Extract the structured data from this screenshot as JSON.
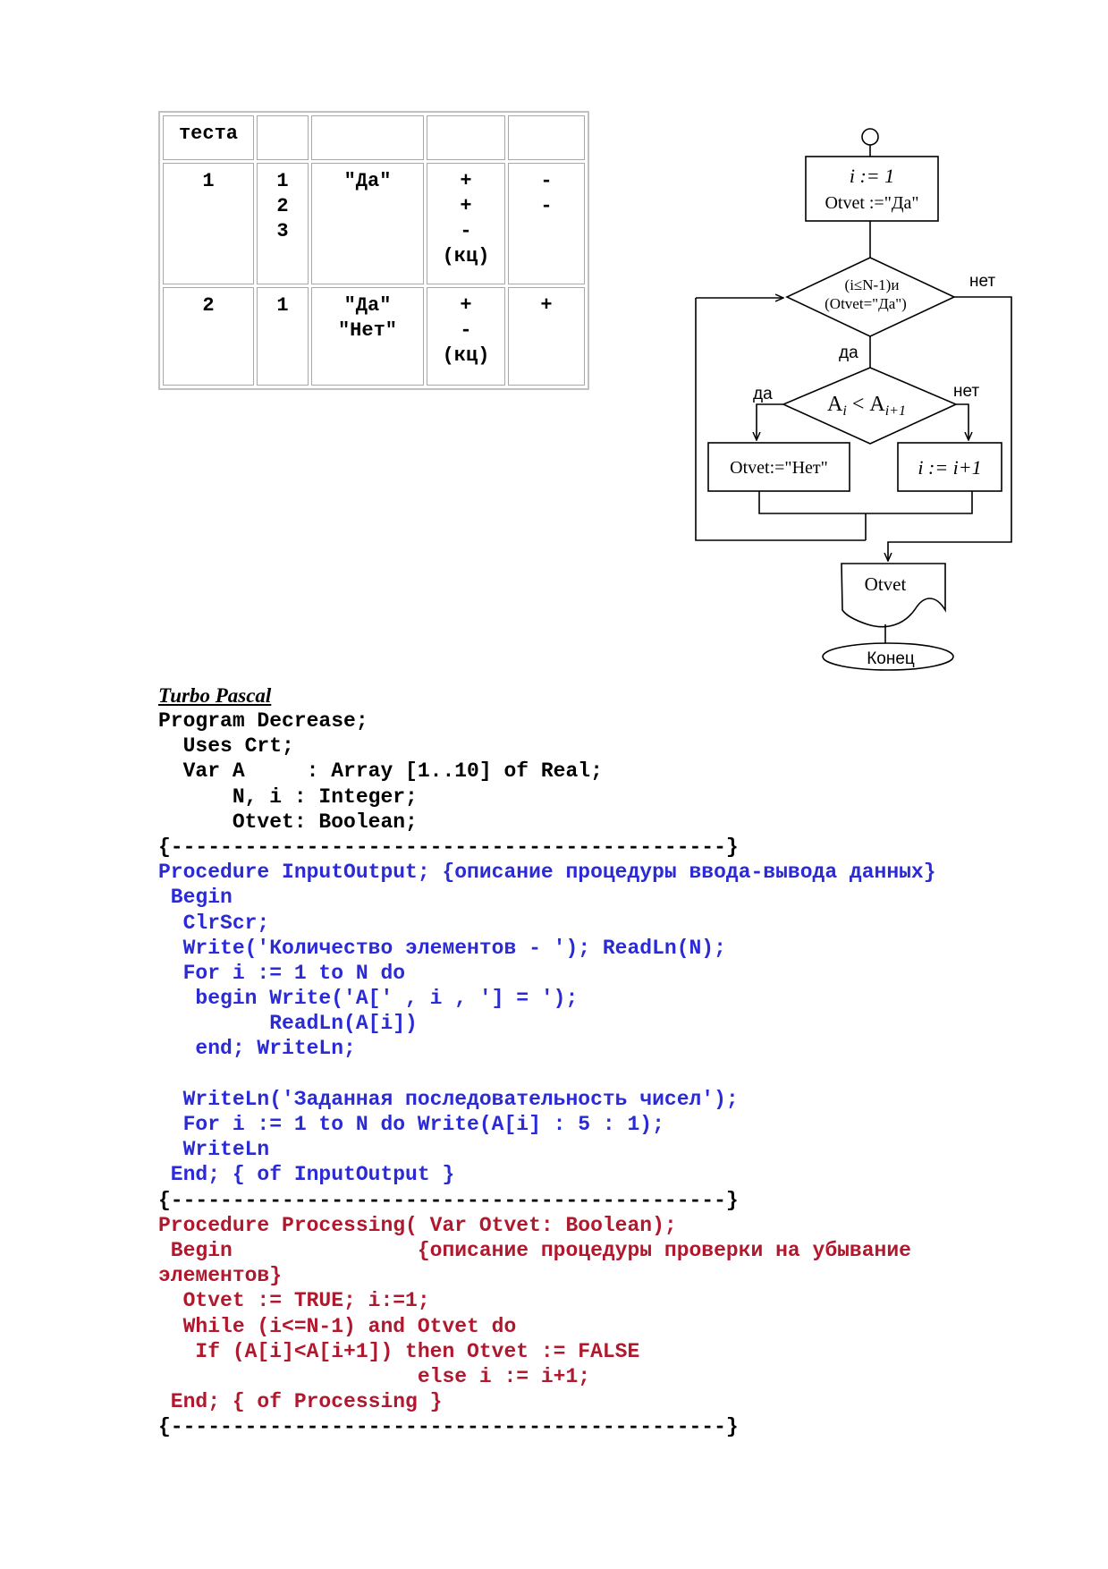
{
  "test_table": {
    "header": [
      "теста",
      "",
      "",
      "",
      ""
    ],
    "rows": [
      {
        "c1": "1",
        "c2": "1\n2\n3",
        "c3": "\"Да\"",
        "c4": "+\n+\n-\n(кц)",
        "c5": "-\n-"
      },
      {
        "c1": "2",
        "c2": "1",
        "c3": "\"Да\"\n\"Нет\"",
        "c4": "+\n-\n(кц)",
        "c5": "+"
      }
    ]
  },
  "flowchart": {
    "init_line1": "i := 1",
    "init_line2": "Otvet :=\"Да\"",
    "cond1_line1": "(i≤N-1)и",
    "cond1_line2": "(Otvet=\"Да\")",
    "cond2_a": "A",
    "cond2_i": "i",
    "cond2_lt": "<",
    "cond2_b": "A",
    "cond2_i1": "i+1",
    "box_left": "Otvet:=\"Нет\"",
    "box_right": "i := i+1",
    "label_no1": "нет",
    "label_yes1": "да",
    "label_yes2": "да",
    "label_no2": "нет",
    "output": "Otvet",
    "end": "Конец"
  },
  "code": {
    "title": "Turbo Pascal",
    "lines": [
      {
        "text": "Program Decrease;",
        "color": "black"
      },
      {
        "text": "  Uses Crt;",
        "color": "black"
      },
      {
        "text": "  Var A     : Array [1..10] of Real;",
        "color": "black"
      },
      {
        "text": "      N, i : Integer;",
        "color": "black"
      },
      {
        "text": "      Otvet: Boolean;",
        "color": "black"
      },
      {
        "text": "{---------------------------------------------}",
        "color": "black"
      },
      {
        "text": "Procedure InputOutput; {описание процедуры ввода-вывода данных}",
        "color": "blue"
      },
      {
        "text": " Begin",
        "color": "blue"
      },
      {
        "text": "  ClrScr;",
        "color": "blue"
      },
      {
        "text": "  Write('Количество элементов - '); ReadLn(N);",
        "color": "blue"
      },
      {
        "text": "  For i := 1 to N do",
        "color": "blue"
      },
      {
        "text": "   begin Write('A[' , i , '] = ');",
        "color": "blue"
      },
      {
        "text": "         ReadLn(A[i])",
        "color": "blue"
      },
      {
        "text": "   end; WriteLn;",
        "color": "blue"
      },
      {
        "text": "",
        "color": "blue"
      },
      {
        "text": "  WriteLn('Заданная последовательность чисел');",
        "color": "blue"
      },
      {
        "text": "  For i := 1 to N do Write(A[i] : 5 : 1);",
        "color": "blue"
      },
      {
        "text": "  WriteLn",
        "color": "blue"
      },
      {
        "text": " End; { of InputOutput }",
        "color": "blue"
      },
      {
        "text": "{---------------------------------------------}",
        "color": "black"
      },
      {
        "text": "Procedure Processing( Var Otvet: Boolean);",
        "color": "red"
      },
      {
        "text": " Begin               {описание процедуры проверки на убывание",
        "color": "red"
      },
      {
        "text": "элементов}",
        "color": "red"
      },
      {
        "text": "  Otvet := TRUE; i:=1;",
        "color": "red"
      },
      {
        "text": "  While (i<=N-1) and Otvet do",
        "color": "red"
      },
      {
        "text": "   If (A[i]<A[i+1]) then Otvet := FALSE",
        "color": "red"
      },
      {
        "text": "                     else i := i+1;",
        "color": "red"
      },
      {
        "text": " End; { of Processing }",
        "color": "red"
      },
      {
        "text": "{---------------------------------------------}",
        "color": "black"
      }
    ]
  }
}
